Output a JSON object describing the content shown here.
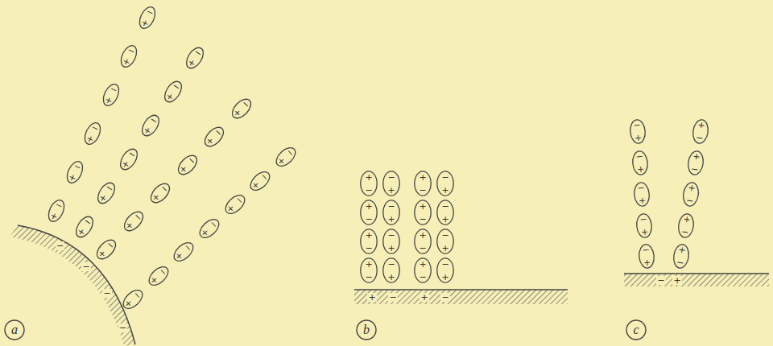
{
  "diagram": {
    "nodes": [
      {
        "text": [
          "−",
          "+"
        ]
      },
      {
        "text": [
          "−",
          "+"
        ]
      },
      {
        "text": [
          "−",
          "+"
        ]
      },
      {
        "text": [
          "−",
          "+"
        ]
      },
      {
        "text": [
          "−",
          "+"
        ]
      },
      {
        "text": [
          "−",
          "+"
        ]
      },
      {
        "text": [
          "−",
          "+"
        ]
      },
      {
        "text": [
          "−",
          "+"
        ]
      },
      {
        "text": [
          "−",
          "+"
        ]
      },
      {
        "text": [
          "−",
          "+"
        ]
      },
      {
        "text": [
          "−",
          "+"
        ]
      },
      {
        "text": [
          "−",
          "+"
        ]
      },
      {
        "text": [
          "−",
          "+"
        ]
      },
      {
        "text": [
          "−",
          "+"
        ]
      },
      {
        "text": [
          "−",
          "+"
        ]
      },
      {
        "text": [
          "−",
          "+"
        ]
      },
      {
        "text": [
          "−",
          "+"
        ]
      },
      {
        "text": [
          "−",
          "+"
        ]
      },
      {
        "text": [
          "−",
          "+"
        ]
      },
      {
        "text": [
          "−",
          "+"
        ]
      },
      {
        "text": [
          "−",
          "+"
        ]
      },
      {
        "text": [
          "−",
          "+"
        ]
      },
      {
        "text": [
          "−",
          "+"
        ]
      },
      {
        "text": [
          "−",
          "+"
        ]
      },
      {
        "text": [
          "−",
          "+"
        ]
      },
      {
        "text": [
          "+",
          "−"
        ]
      },
      {
        "text": [
          "−",
          "+"
        ]
      },
      {
        "text": [
          "+",
          "−"
        ]
      },
      {
        "text": [
          "−",
          "+"
        ]
      },
      {
        "text": [
          "+",
          "−"
        ]
      },
      {
        "text": [
          "−",
          "+"
        ]
      },
      {
        "text": [
          "+",
          "−"
        ]
      },
      {
        "text": [
          "−",
          "+"
        ]
      },
      {
        "text": [
          "+",
          "−"
        ]
      },
      {
        "text": [
          "−",
          "+"
        ]
      },
      {
        "text": [
          "+",
          "−"
        ]
      },
      {
        "text": [
          "−",
          "+"
        ]
      },
      {
        "text": [
          "+",
          "−"
        ]
      },
      {
        "text": [
          "−",
          "+"
        ]
      },
      {
        "text": [
          "+",
          "−"
        ]
      },
      {
        "text": [
          "−",
          "+"
        ]
      },
      {
        "text": [
          "−",
          "+"
        ]
      },
      {
        "text": [
          "+",
          "−"
        ]
      },
      {
        "text": [
          "−",
          "+"
        ]
      },
      {
        "text": [
          "+",
          "−"
        ]
      },
      {
        "text": [
          "−",
          "+"
        ]
      },
      {
        "text": [
          "+",
          "−"
        ]
      },
      {
        "text": [
          "−",
          "+"
        ]
      },
      {
        "text": [
          "+",
          "−"
        ]
      },
      {
        "text": [
          "−",
          "+"
        ]
      },
      {
        "text": [
          "+",
          "−"
        ]
      },
      {
        "text": [
          "a"
        ]
      },
      {
        "text": [
          "b"
        ]
      },
      {
        "text": [
          "c"
        ]
      }
    ],
    "labels": [
      "−",
      "−",
      "−",
      "−",
      "+",
      "−",
      "+",
      "−",
      "−",
      "+"
    ]
  }
}
